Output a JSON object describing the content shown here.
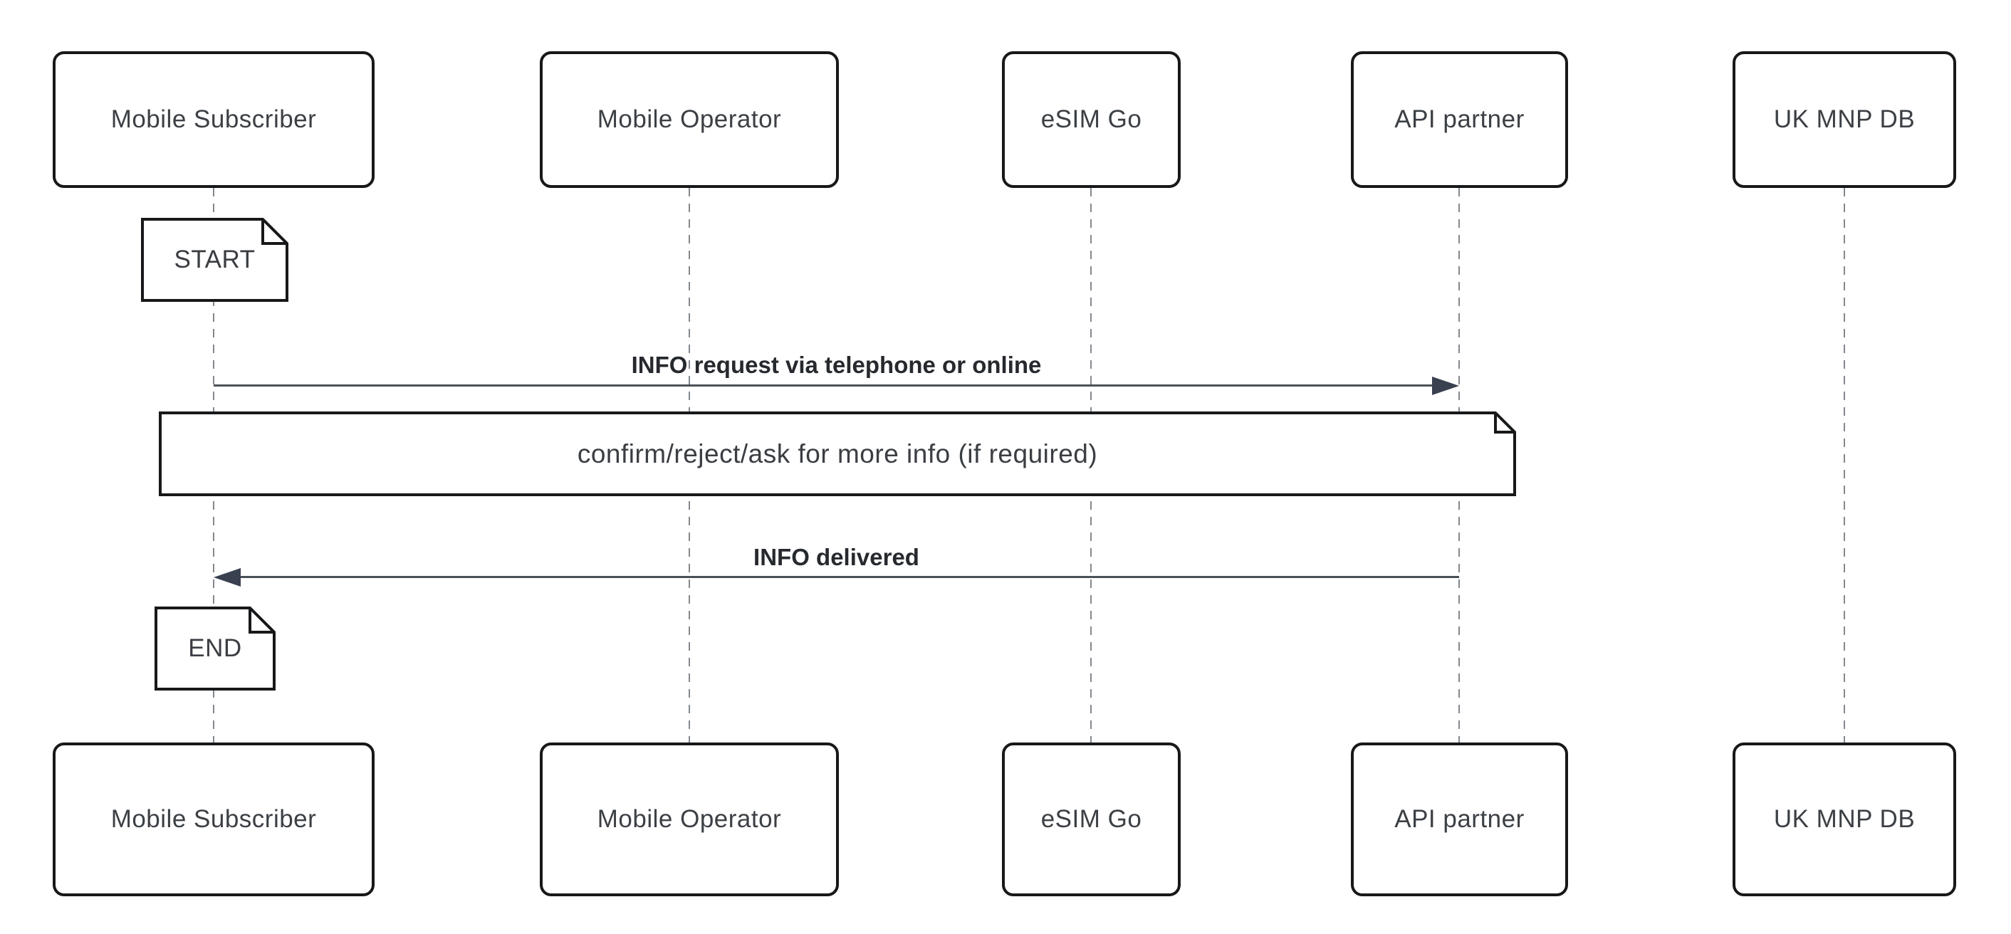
{
  "diagram_type": "sequence-diagram",
  "actors": [
    {
      "label": "Mobile Subscriber"
    },
    {
      "label": "Mobile Operator"
    },
    {
      "label": "eSIM Go"
    },
    {
      "label": "API partner"
    },
    {
      "label": "UK MNP DB"
    }
  ],
  "notes": {
    "start": "START",
    "middle": "confirm/reject/ask for more info (if required)",
    "end": "END"
  },
  "messages": [
    {
      "label": "INFO request via telephone or online",
      "from": "Mobile Subscriber",
      "to": "API partner",
      "direction": "right"
    },
    {
      "label": "INFO delivered",
      "from": "API partner",
      "to": "Mobile Subscriber",
      "direction": "left"
    }
  ],
  "colors": {
    "border": "#17181a",
    "actor_text": "#3c4045",
    "lifeline": "#84888e",
    "arrow": "#4a5058",
    "arrow_head": "#394050",
    "label_text": "#26292e",
    "note_text": "#3a3d42",
    "background": "#ffffff"
  }
}
